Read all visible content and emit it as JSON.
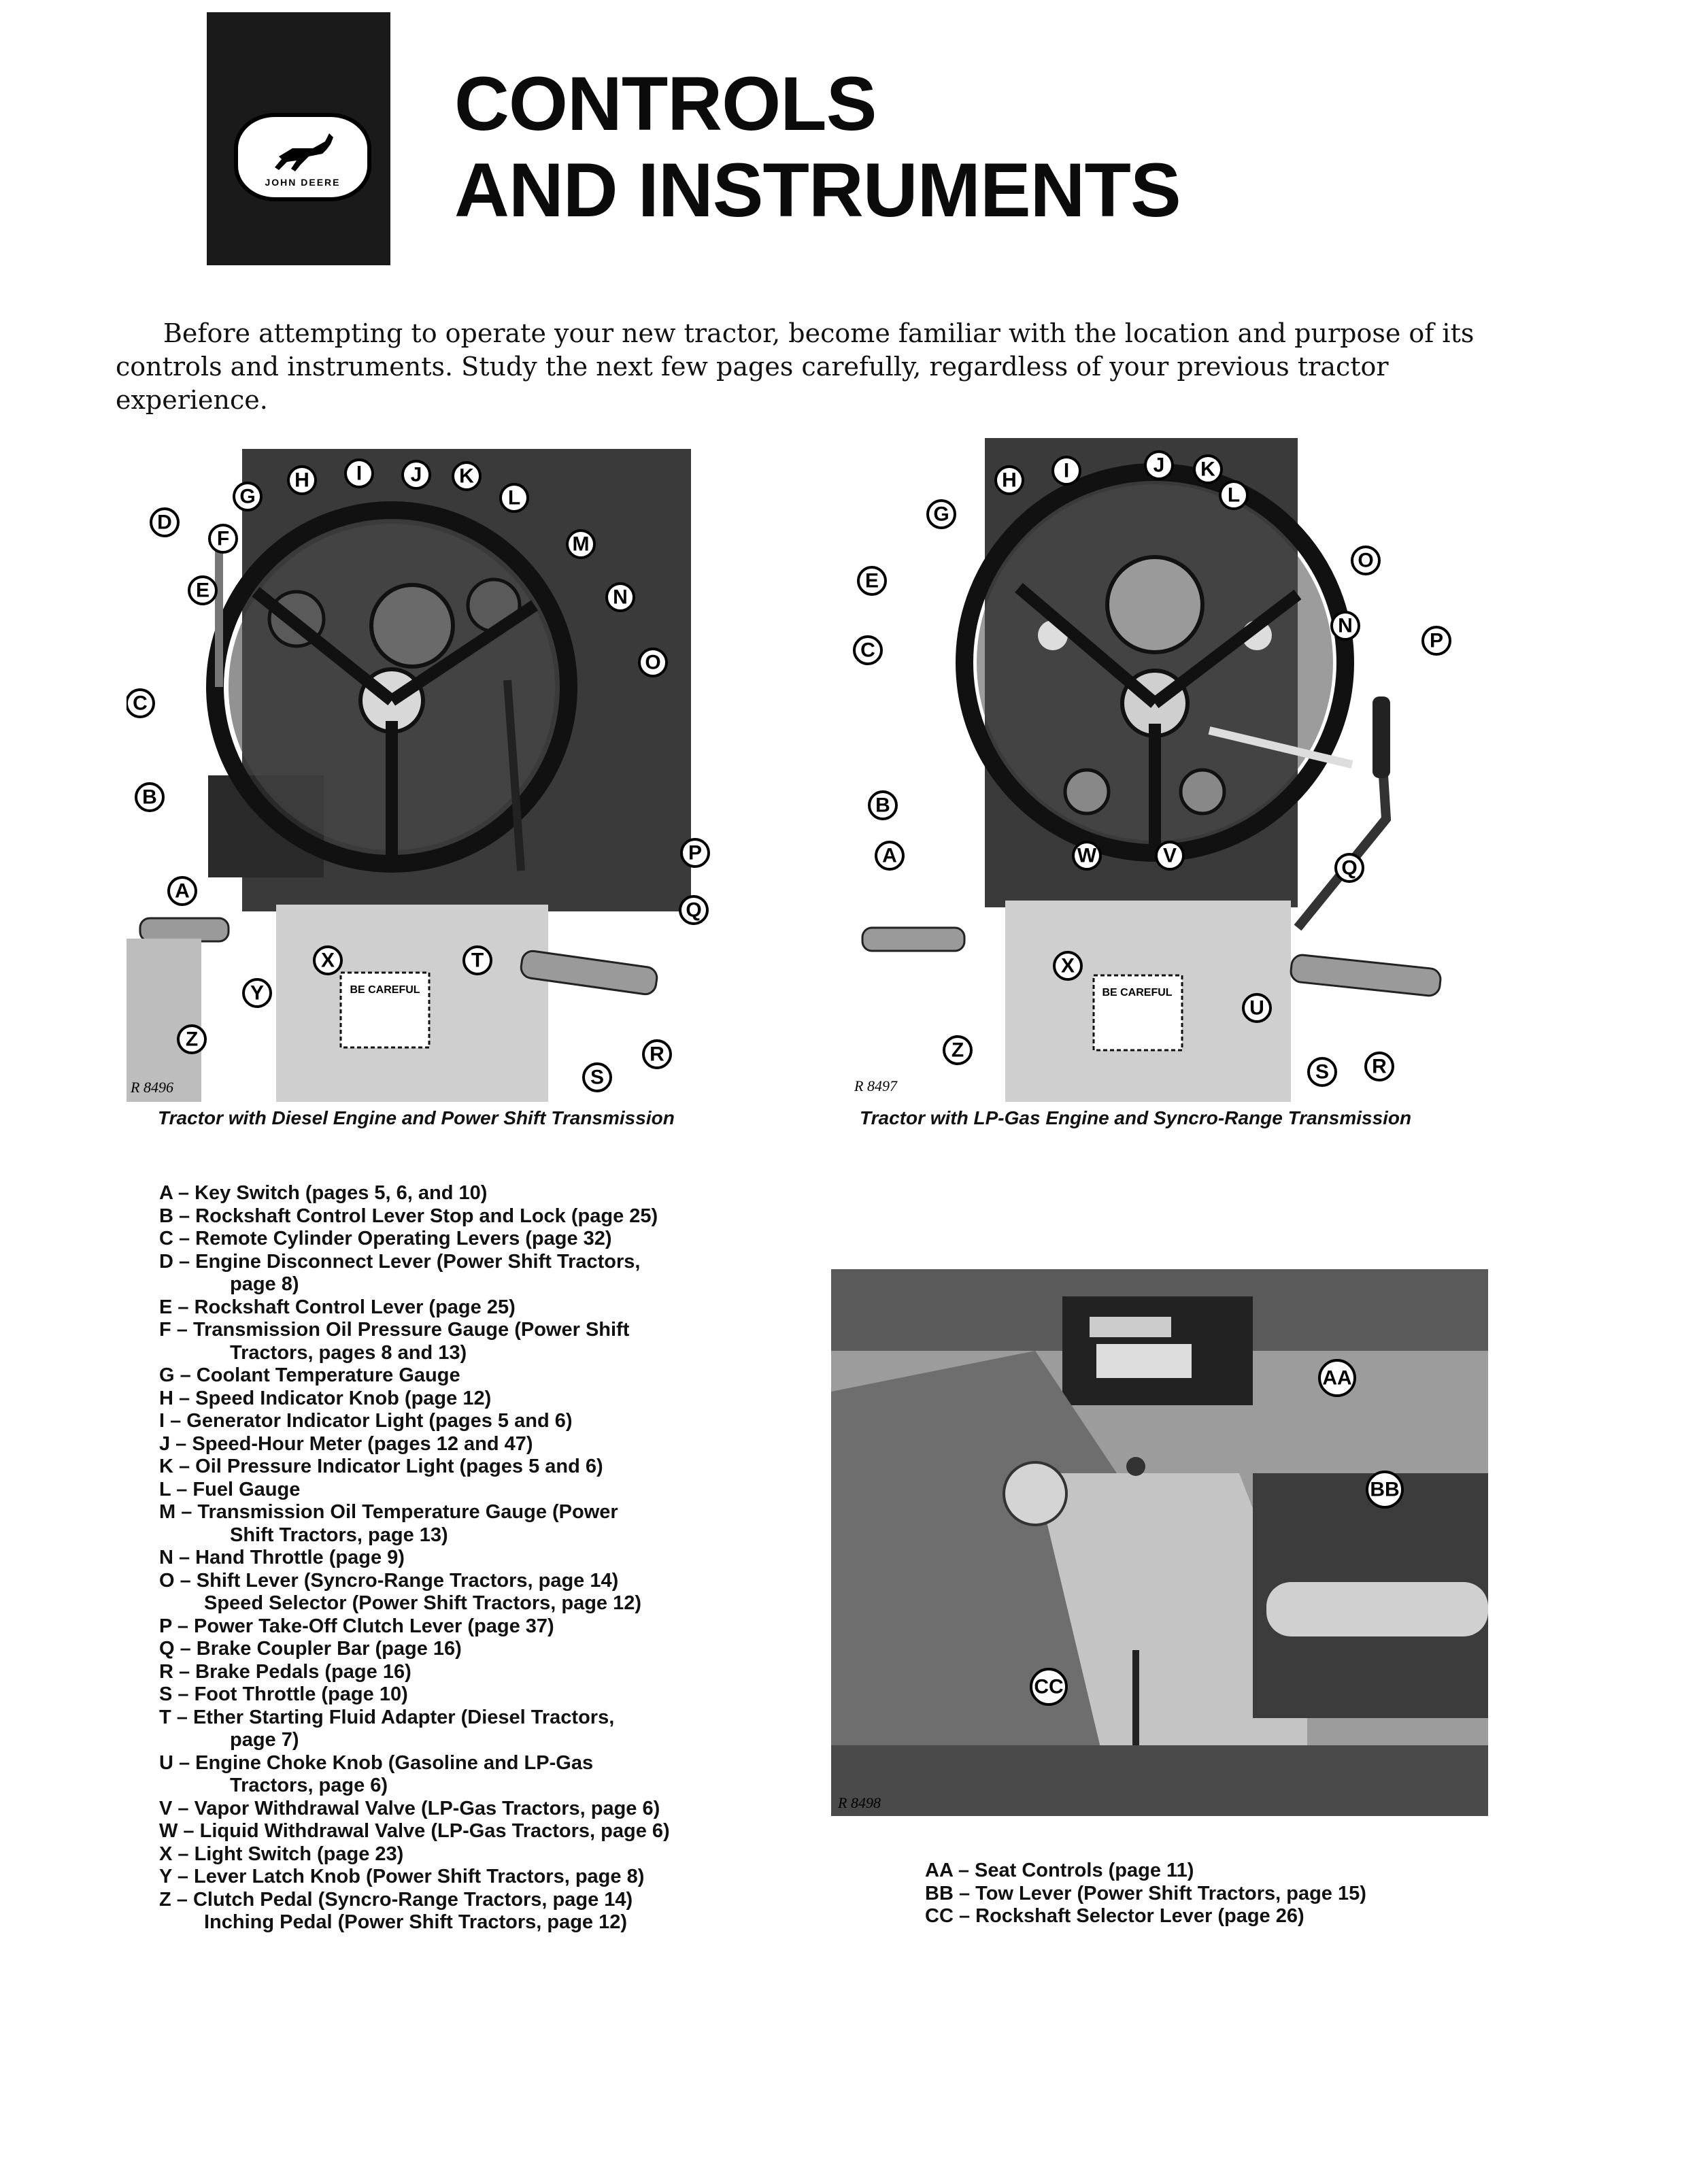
{
  "header": {
    "logo_text": "JOHN DEERE",
    "title_line1": "CONTROLS",
    "title_line2": "AND INSTRUMENTS"
  },
  "intro": "Before attempting to operate your new tractor, become familiar with the location and purpose of its controls and instruments. Study the next few pages carefully, regardless of your previous tractor experience.",
  "photo_left": {
    "ref": "R 8496",
    "caption": "Tractor with Diesel Engine and Power Shift Transmission",
    "sign": "BE CAREFUL",
    "callouts": [
      "A",
      "B",
      "C",
      "D",
      "E",
      "F",
      "G",
      "H",
      "I",
      "J",
      "K",
      "L",
      "M",
      "N",
      "O",
      "P",
      "Q",
      "R",
      "S",
      "T",
      "X",
      "Y",
      "Z"
    ]
  },
  "photo_right": {
    "ref": "R 8497",
    "caption": "Tractor with LP-Gas Engine and Syncro-Range Transmission",
    "sign": "BE CAREFUL",
    "callouts": [
      "A",
      "B",
      "C",
      "E",
      "G",
      "H",
      "I",
      "J",
      "K",
      "L",
      "N",
      "O",
      "P",
      "Q",
      "R",
      "S",
      "U",
      "V",
      "W",
      "X",
      "Z"
    ]
  },
  "photo_bottom": {
    "ref": "R 8498",
    "callouts": [
      "AA",
      "BB",
      "CC"
    ]
  },
  "legend_main": [
    "A – Key Switch (pages 5, 6, and 10)",
    "B – Rockshaft Control Lever Stop and Lock (page 25)",
    "C – Remote Cylinder Operating Levers (page 32)",
    "D – Engine Disconnect Lever (Power Shift Tractors,",
    "page 8)",
    "E – Rockshaft Control Lever (page 25)",
    "F – Transmission Oil Pressure Gauge (Power Shift",
    "Tractors, pages 8 and 13)",
    "G – Coolant Temperature Gauge",
    "H – Speed Indicator Knob (page 12)",
    "I – Generator Indicator Light (pages 5 and 6)",
    "J – Speed-Hour Meter (pages 12 and 47)",
    "K – Oil Pressure Indicator Light (pages 5 and 6)",
    "L – Fuel Gauge",
    "M – Transmission Oil Temperature Gauge (Power",
    "Shift Tractors, page 13)",
    "N – Hand Throttle (page 9)",
    "O – Shift Lever (Syncro-Range Tractors, page 14)",
    "Speed Selector (Power Shift Tractors, page 12)",
    "P – Power Take-Off Clutch Lever (page 37)",
    "Q – Brake Coupler Bar (page 16)",
    "R – Brake Pedals (page 16)",
    "S – Foot Throttle (page 10)",
    "T – Ether Starting Fluid Adapter (Diesel Tractors,",
    "page 7)",
    "U – Engine Choke Knob (Gasoline and LP-Gas",
    "Tractors, page 6)",
    "V – Vapor Withdrawal Valve (LP-Gas Tractors, page 6)",
    "W – Liquid Withdrawal Valve (LP-Gas Tractors, page 6)",
    "X – Light Switch (page 23)",
    "Y – Lever Latch Knob (Power Shift Tractors, page 8)",
    "Z – Clutch Pedal (Syncro-Range Tractors, page 14)",
    "Inching Pedal (Power Shift Tractors, page 12)"
  ],
  "legend_secondary": [
    "AA – Seat Controls (page 11)",
    "BB – Tow Lever (Power Shift Tractors, page 15)",
    "CC – Rockshaft Selector Lever (page 26)"
  ],
  "colors": {
    "ink": "#111111",
    "photo_dark": "#2a2a2a",
    "photo_mid": "#8a8a8a",
    "paper": "#ffffff"
  }
}
